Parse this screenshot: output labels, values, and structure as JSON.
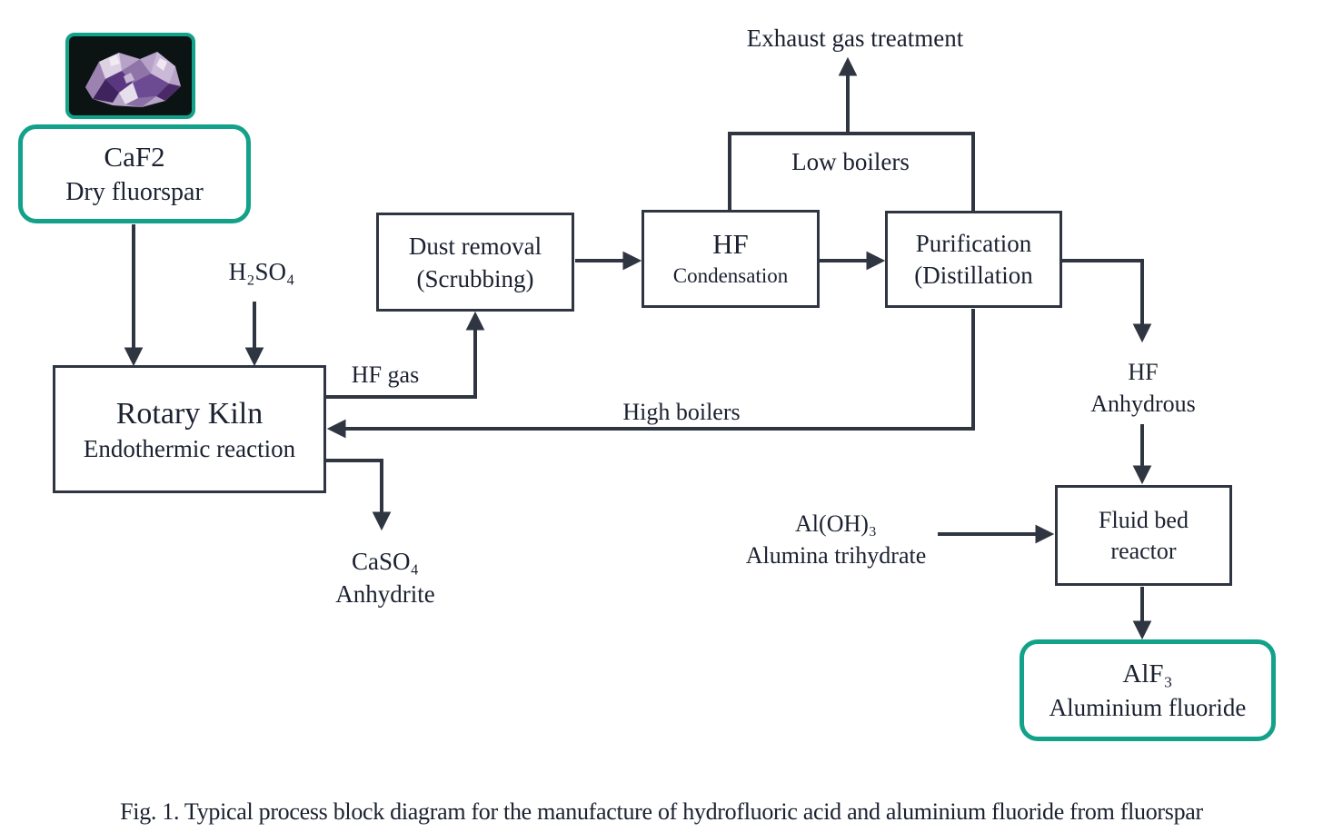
{
  "colors": {
    "accent_teal": "#12a189",
    "line_dark": "#2f3642",
    "text": "#1b2130",
    "photo_background": "#0b1412"
  },
  "images": {
    "fluorspar_photo": "fluorite-crystal-cluster"
  },
  "nodes": {
    "caf2": {
      "line1": "CaF2",
      "line2": "Dry fluorspar"
    },
    "rotary_kiln": {
      "line1": "Rotary Kiln",
      "line2": "Endothermic reaction"
    },
    "dust_removal": {
      "line1": "Dust removal",
      "line2": "(Scrubbing)"
    },
    "hf_condensation": {
      "line1": "HF",
      "line2": "Condensation"
    },
    "purification": {
      "line1": "Purification",
      "line2": "(Distillation"
    },
    "fluid_bed": {
      "line1": "Fluid bed",
      "line2": "reactor"
    },
    "alf3": {
      "line1": "AlF₃",
      "line2": "Aluminium fluoride"
    }
  },
  "labels": {
    "exhaust": "Exhaust gas treatment",
    "low_boilers": "Low boilers",
    "high_boilers": "High boilers",
    "h2so4": "H₂SO₄",
    "hf_gas": "HF gas",
    "caso4": {
      "line1": "CaSO₄",
      "line2": "Anhydrite"
    },
    "hf_anhydrous": {
      "line1": "HF",
      "line2": "Anhydrous"
    },
    "aloh3": {
      "line1": "Al(OH)₃",
      "line2": "Alumina trihydrate"
    }
  },
  "caption": "Fig. 1. Typical process block diagram for the manufacture of hydrofluoric acid and aluminium fluoride from fluorspar"
}
